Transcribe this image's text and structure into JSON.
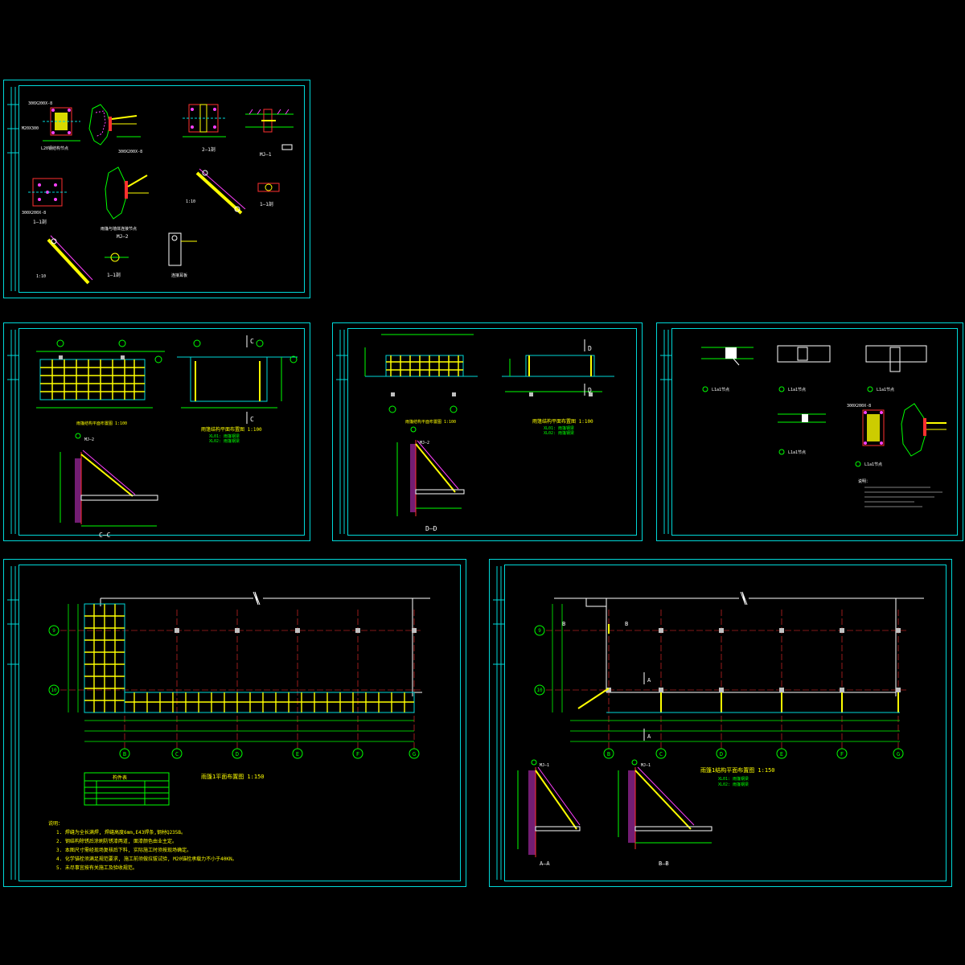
{
  "drawing": {
    "sheet1": {
      "labels": [
        "1—1剖",
        "1—1剖",
        "2—1剖",
        "MJ—1",
        "MJ—2",
        "1:10",
        "1:10"
      ]
    },
    "sheet2": {
      "plan_title": "雨篷结构平面布置图 1:100",
      "note1": "XL01: 雨篷钢梁",
      "note2": "XL02: 雨篷钢梁",
      "section_label": "C—C",
      "cut_mark": "C",
      "mj_label": "MJ—2"
    },
    "sheet3": {
      "plan_title": "雨篷结构平面布置图 1:100",
      "note1": "XL01: 雨篷钢梁",
      "note2": "XL02: 雨篷钢梁",
      "section_label": "D—D",
      "cut_mark": "D",
      "mj_label": "MJ—2"
    },
    "sheet4": {
      "labels": [
        "L1a1节点",
        "L1a1节点",
        "L1a1节点",
        "L1a1节点",
        "L1a1节点"
      ],
      "notes_title": "说明："
    },
    "sheet5": {
      "plan_title": "雨篷1平面布置图 1:150",
      "table_title": "构件表",
      "axes_bottom": [
        "B",
        "C",
        "D",
        "E",
        "F",
        "G"
      ],
      "axes_left": [
        "9",
        "10"
      ],
      "notes_title": "说明：",
      "notes": [
        "1. 焊缝为全长满焊, 焊缝高度6mm,E43焊条,钢材Q235B。",
        "2. 钢结构除锈后涂刷防锈漆两道, 面漆颜色由业主定。",
        "3. 本图尺寸需经现场复核后下料, 实际施工时须按现场确定。",
        "4. 化学锚栓须满足规范要求, 施工前须做拉拔试验, M20锚栓承载力不小于40KN。",
        "5. 未尽事宜按有关施工及验收规范。"
      ]
    },
    "sheet6": {
      "plan_title": "雨篷1结构平面布置图 1:150",
      "note1": "XL01: 雨篷钢梁",
      "note2": "XL02: 雨篷钢梁",
      "axes_bottom": [
        "B",
        "C",
        "D",
        "E",
        "F",
        "G"
      ],
      "axes_left": [
        "9",
        "10"
      ],
      "section_a": "A—A",
      "section_b": "B—B",
      "cut_a": "A",
      "cut_b": "B",
      "mj_label": "MJ—1"
    }
  },
  "colors": {
    "frame": "#00d8d8",
    "beam": "#ffff00",
    "column": "#c0c0c0",
    "dim": "#00ff00",
    "red": "#ff3030",
    "magenta": "#ff40ff",
    "white": "#ffffff"
  }
}
